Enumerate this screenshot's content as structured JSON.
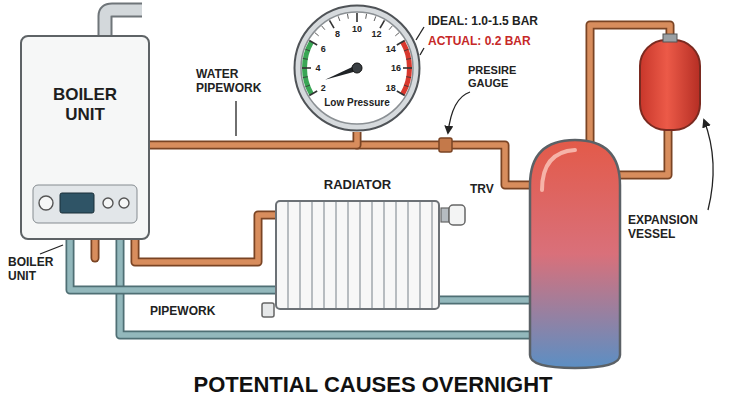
{
  "diagram": {
    "title": "POTENTIAL CAUSES OVERNIGHT",
    "nodes": [
      {
        "text": [
          "BOILER UNIT"
        ]
      },
      {
        "text": [
          "Low Pressure"
        ]
      },
      {
        "text": [
          "RADIATOR"
        ]
      }
    ],
    "edges": [
      {
        "from": 0,
        "to": 1,
        "arrow": "none"
      },
      {
        "from": 0,
        "to": 2,
        "arrow": "none"
      }
    ],
    "labels": [
      "WATER PIPEWORK",
      "IDEAL: 1.0-1.5 BAR",
      "ACTUAL: 0.2 BAR",
      "PRESIRE GAUGE",
      "2",
      "4",
      "6",
      "8",
      "10",
      "12",
      "14",
      "16",
      "18",
      "TRV",
      "EXPANSION VESSEL",
      "BOILER UNIT",
      "PIPEWORK"
    ]
  }
}
